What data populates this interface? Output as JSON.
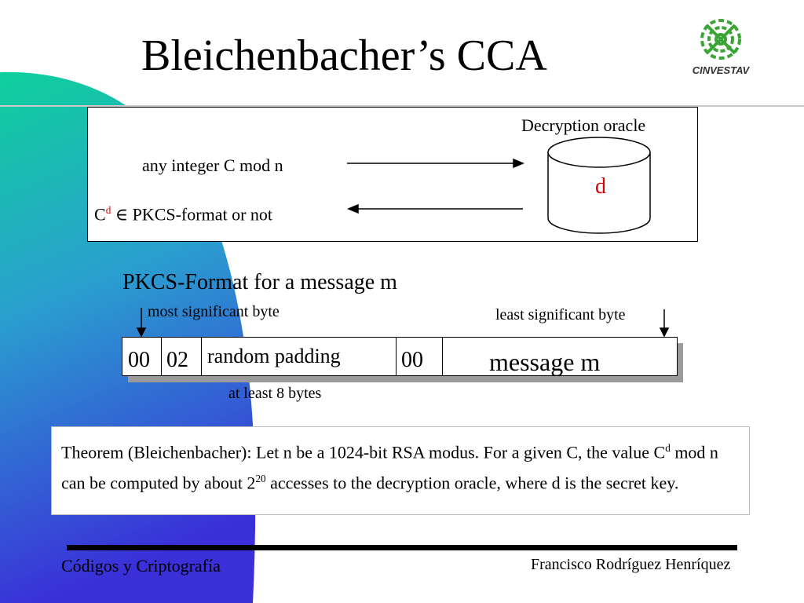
{
  "slide": {
    "title": "Bleichenbacher’s CCA",
    "logo_text": "CINVESTAV"
  },
  "oracle": {
    "label": "Decryption oracle",
    "key_symbol": "d",
    "request": "any integer C mod n",
    "response_base": "C",
    "response_sup": "d",
    "response_rest": " ∈ PKCS-format or not"
  },
  "format": {
    "heading": "PKCS-Format for a message m",
    "msb_label": "most significant byte",
    "lsb_label": "least significant byte",
    "fields": [
      "00",
      "02",
      "random padding",
      "00",
      "message m"
    ],
    "padding_note": "at least 8 bytes"
  },
  "theorem": {
    "p1": "Theorem (Bleichenbacher): Let n be a 1024-bit RSA modus. For a given C, the value C",
    "sup1": "d",
    "p2": " mod n can be computed by about 2",
    "sup2": "20",
    "p3": " accesses to the decryption oracle, where d is the secret key."
  },
  "footer": {
    "left": "Códigos y Criptografía",
    "right": "Francisco Rodríguez Henríquez"
  },
  "colors": {
    "gradient_top": "#0fd09c",
    "gradient_bottom": "#3a2fd8",
    "key_red": "#e00000",
    "logo_green": "#3aa535"
  }
}
